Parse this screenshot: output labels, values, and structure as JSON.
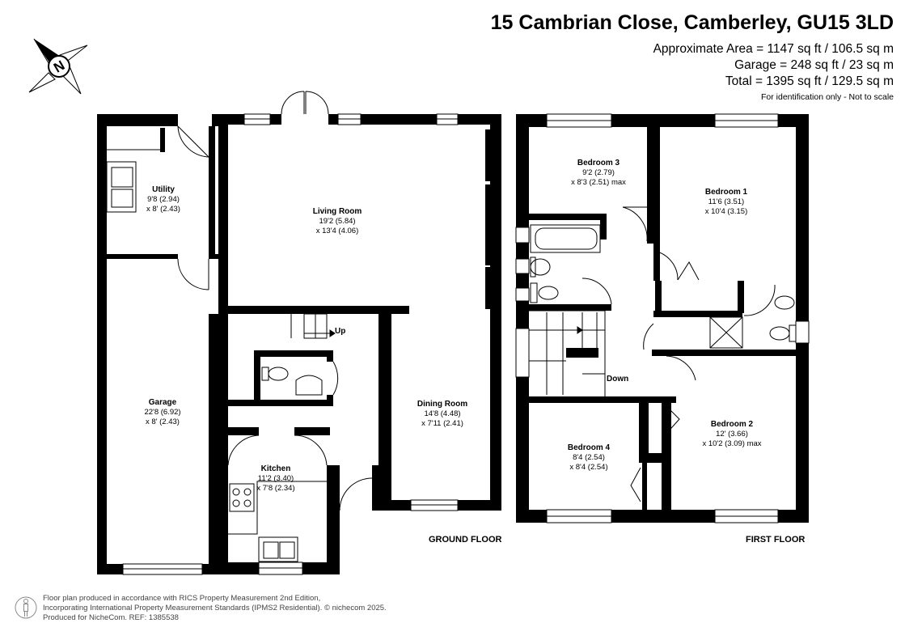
{
  "header": {
    "address": "15 Cambrian Close, Camberley, GU15 3LD",
    "area_lines": [
      "Approximate Area = 1147 sq ft / 106.5 sq m",
      "Garage = 248 sq ft / 23 sq m",
      "Total = 1395 sq ft / 129.5 sq m"
    ],
    "note": "For identification only - Not to scale"
  },
  "compass": {
    "letter": "N"
  },
  "ground_floor": {
    "label": "GROUND FLOOR",
    "stairs_label": "Up",
    "rooms": [
      {
        "name": "Utility",
        "dims": [
          "9'8 (2.94)",
          "x 8' (2.43)"
        ]
      },
      {
        "name": "Living Room",
        "dims": [
          "19'2 (5.84)",
          "x 13'4 (4.06)"
        ]
      },
      {
        "name": "Garage",
        "dims": [
          "22'8 (6.92)",
          "x 8' (2.43)"
        ]
      },
      {
        "name": "Dining Room",
        "dims": [
          "14'8 (4.48)",
          "x 7'11 (2.41)"
        ]
      },
      {
        "name": "Kitchen",
        "dims": [
          "11'2 (3.40)",
          "x 7'8 (2.34)"
        ]
      }
    ]
  },
  "first_floor": {
    "label": "FIRST FLOOR",
    "stairs_label": "Down",
    "rooms": [
      {
        "name": "Bedroom 3",
        "dims": [
          "9'2 (2.79)",
          "x 8'3 (2.51) max"
        ]
      },
      {
        "name": "Bedroom 1",
        "dims": [
          "11'6 (3.51)",
          "x 10'4 (3.15)"
        ]
      },
      {
        "name": "Bedroom 2",
        "dims": [
          "12' (3.66)",
          "x 10'2 (3.09) max"
        ]
      },
      {
        "name": "Bedroom 4",
        "dims": [
          "8'4 (2.54)",
          "x 8'4 (2.54)"
        ]
      }
    ]
  },
  "footer": {
    "lines": [
      "Floor plan produced in accordance with RICS Property Measurement 2nd Edition,",
      "Incorporating International Property Measurement Standards (IPMS2 Residential).  © nichecom 2025.",
      "Produced for NicheCom.  REF: 1385538"
    ]
  }
}
